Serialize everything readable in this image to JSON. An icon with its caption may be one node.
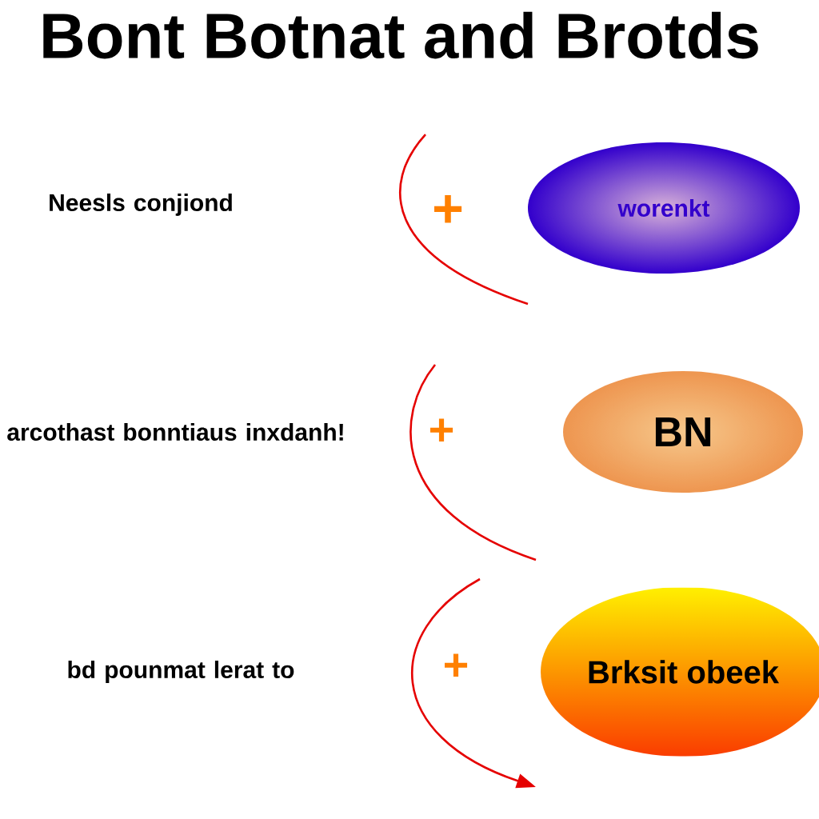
{
  "diagram": {
    "title": "Bont Botnat and Brotds",
    "nodes": [
      {
        "text": [
          "worenkt"
        ]
      },
      {
        "text": [
          "BN"
        ]
      },
      {
        "text": [
          "Brksit obeek"
        ]
      }
    ],
    "labels": [
      "Neesls conjiond",
      "+",
      "arcothast bonntiaus inxdanh!",
      "+",
      "bd pounmat lerat to",
      "+"
    ]
  }
}
